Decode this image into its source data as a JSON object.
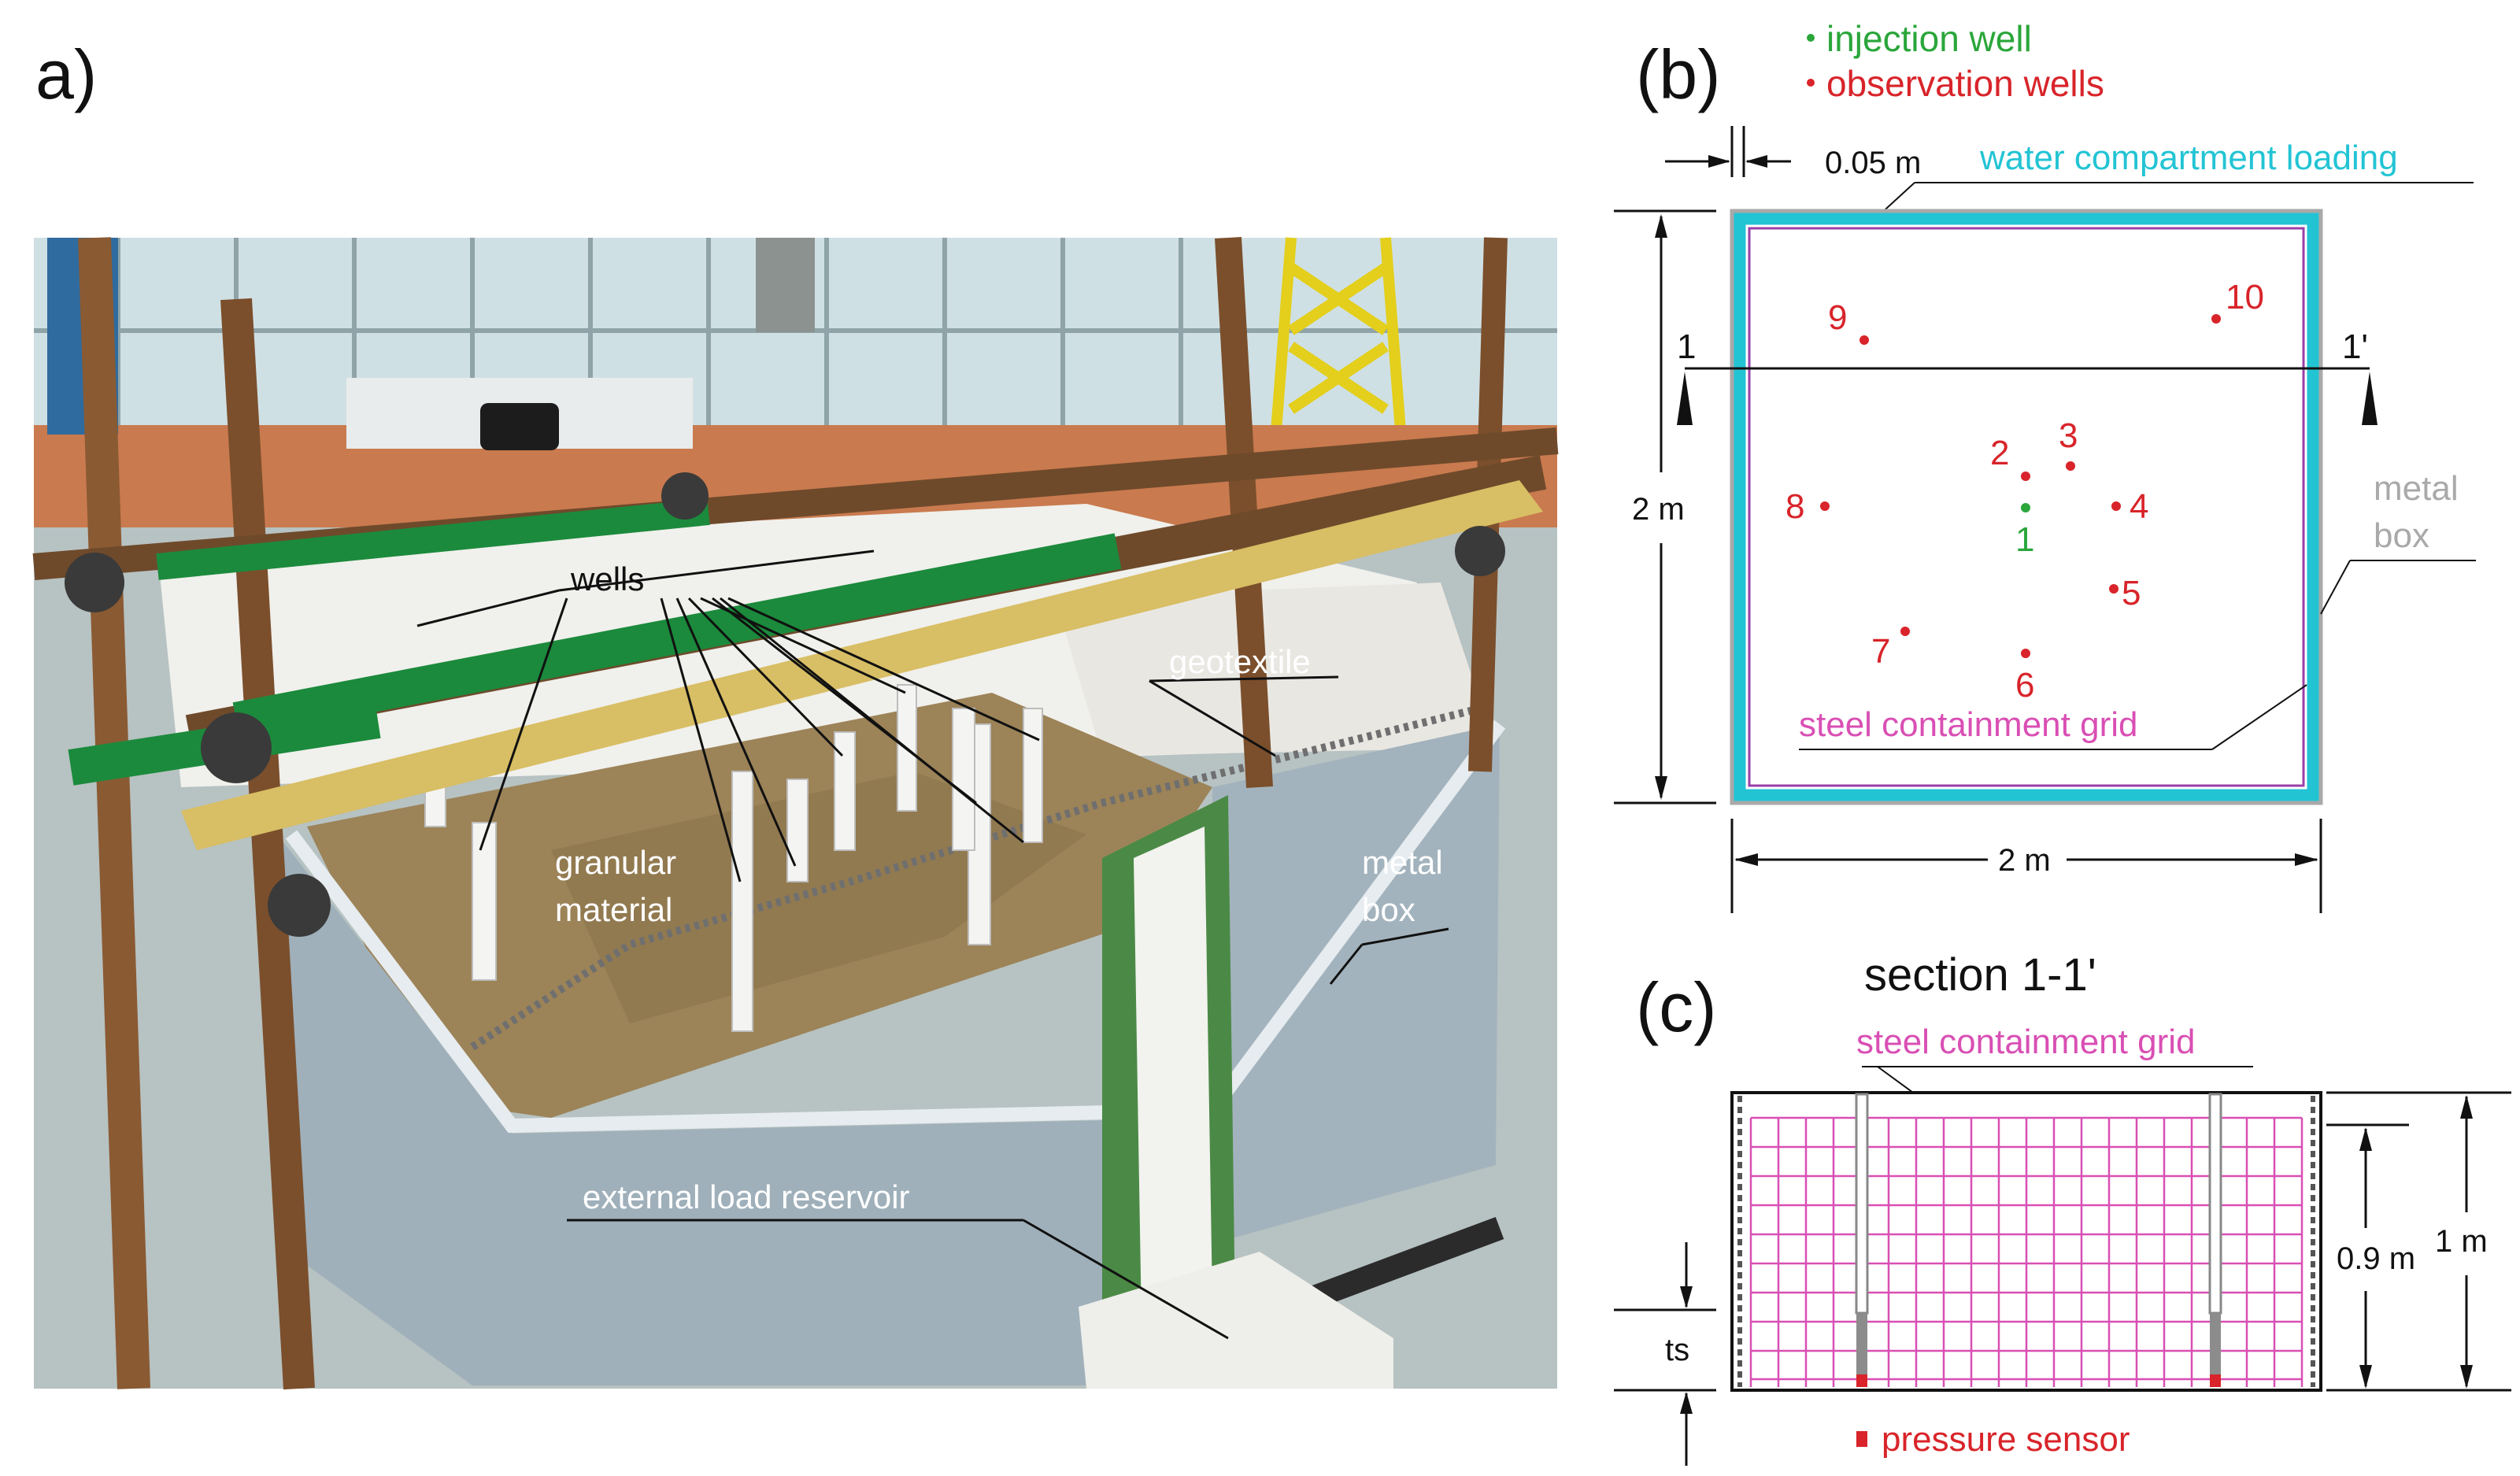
{
  "panel_a": {
    "label": "a)",
    "labels": {
      "wells": "wells",
      "geotextile": "geotextile",
      "granular_line1": "granular",
      "granular_line2": "material",
      "metal_line1": "metal",
      "metal_line2": "box",
      "reservoir": "external load reservoir"
    }
  },
  "panel_b": {
    "label": "(b)",
    "legend": {
      "injection": "injection well",
      "observation": "observation wells"
    },
    "dim_wall": "0.05 m",
    "water_label": "water compartment loading",
    "dim_height": "2 m",
    "dim_width": "2 m",
    "section_left": "1",
    "section_right": "1'",
    "metal_line1": "metal",
    "metal_line2": "box",
    "grid_label": "steel containment grid",
    "wells": [
      {
        "id": "1",
        "type": "injection"
      },
      {
        "id": "2",
        "type": "observation"
      },
      {
        "id": "3",
        "type": "observation"
      },
      {
        "id": "4",
        "type": "observation"
      },
      {
        "id": "5",
        "type": "observation"
      },
      {
        "id": "6",
        "type": "observation"
      },
      {
        "id": "7",
        "type": "observation"
      },
      {
        "id": "8",
        "type": "observation"
      },
      {
        "id": "9",
        "type": "observation"
      },
      {
        "id": "10",
        "type": "observation"
      }
    ]
  },
  "panel_c": {
    "label": "(c)",
    "title": "section 1-1'",
    "grid_label": "steel containment grid",
    "dim_inner": "0.9 m",
    "dim_outer": "1 m",
    "dim_ts": "ts",
    "sensor_label": "pressure sensor"
  },
  "colors": {
    "injection": "#2aa63a",
    "observation": "#d8242a",
    "water": "#22c4d4",
    "grid": "#d94fb4",
    "metal": "#a9a9a9",
    "sand": "#9c8358",
    "pipe_green": "#1b8a3c",
    "plank": "#d8be64",
    "box_grey": "#a3b3bd"
  }
}
